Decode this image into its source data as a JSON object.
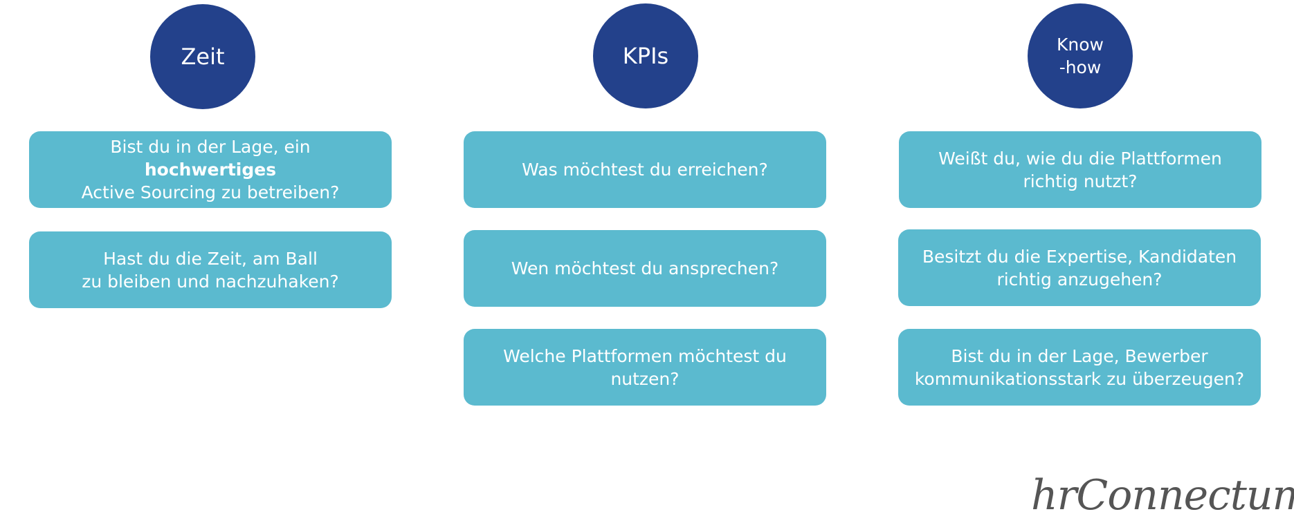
{
  "colors": {
    "circle": "#23418b",
    "box": "#5bbacf",
    "text": "#ffffff",
    "logo": "#555555"
  },
  "columns": [
    {
      "heading": "Zeit",
      "boxes": [
        {
          "lines": [
            {
              "parts": [
                {
                  "text": "Bist du in der Lage, ein ",
                  "bold": false
                },
                {
                  "text": "hochwertiges",
                  "bold": true
                }
              ]
            },
            {
              "parts": [
                {
                  "text": "Active Sourcing zu betreiben?",
                  "bold": false
                }
              ]
            }
          ]
        },
        {
          "lines": [
            {
              "parts": [
                {
                  "text": "Hast du die Zeit, am Ball",
                  "bold": false
                }
              ]
            },
            {
              "parts": [
                {
                  "text": "zu bleiben und nachzuhaken?",
                  "bold": false
                }
              ]
            }
          ]
        }
      ]
    },
    {
      "heading": "KPIs",
      "boxes": [
        {
          "lines": [
            {
              "parts": [
                {
                  "text": "Was möchtest du erreichen?",
                  "bold": false
                }
              ]
            }
          ]
        },
        {
          "lines": [
            {
              "parts": [
                {
                  "text": "Wen möchtest du ansprechen?",
                  "bold": false
                }
              ]
            }
          ]
        },
        {
          "lines": [
            {
              "parts": [
                {
                  "text": "Welche Plattformen möchtest du",
                  "bold": false
                }
              ]
            },
            {
              "parts": [
                {
                  "text": "nutzen?",
                  "bold": false
                }
              ]
            }
          ]
        }
      ]
    },
    {
      "heading": "Know\n-how",
      "boxes": [
        {
          "lines": [
            {
              "parts": [
                {
                  "text": "Weißt du, wie du die Plattformen",
                  "bold": false
                }
              ]
            },
            {
              "parts": [
                {
                  "text": "richtig nutzt?",
                  "bold": false
                }
              ]
            }
          ]
        },
        {
          "lines": [
            {
              "parts": [
                {
                  "text": "Besitzt du die Expertise, Kandidaten",
                  "bold": false
                }
              ]
            },
            {
              "parts": [
                {
                  "text": "richtig anzugehen?",
                  "bold": false
                }
              ]
            }
          ]
        },
        {
          "lines": [
            {
              "parts": [
                {
                  "text": "Bist du in der Lage, Bewerber",
                  "bold": false
                }
              ]
            },
            {
              "parts": [
                {
                  "text": "kommunikationsstark zu überzeugen?",
                  "bold": false
                }
              ]
            }
          ]
        }
      ]
    }
  ],
  "logo": "hrConnectum."
}
